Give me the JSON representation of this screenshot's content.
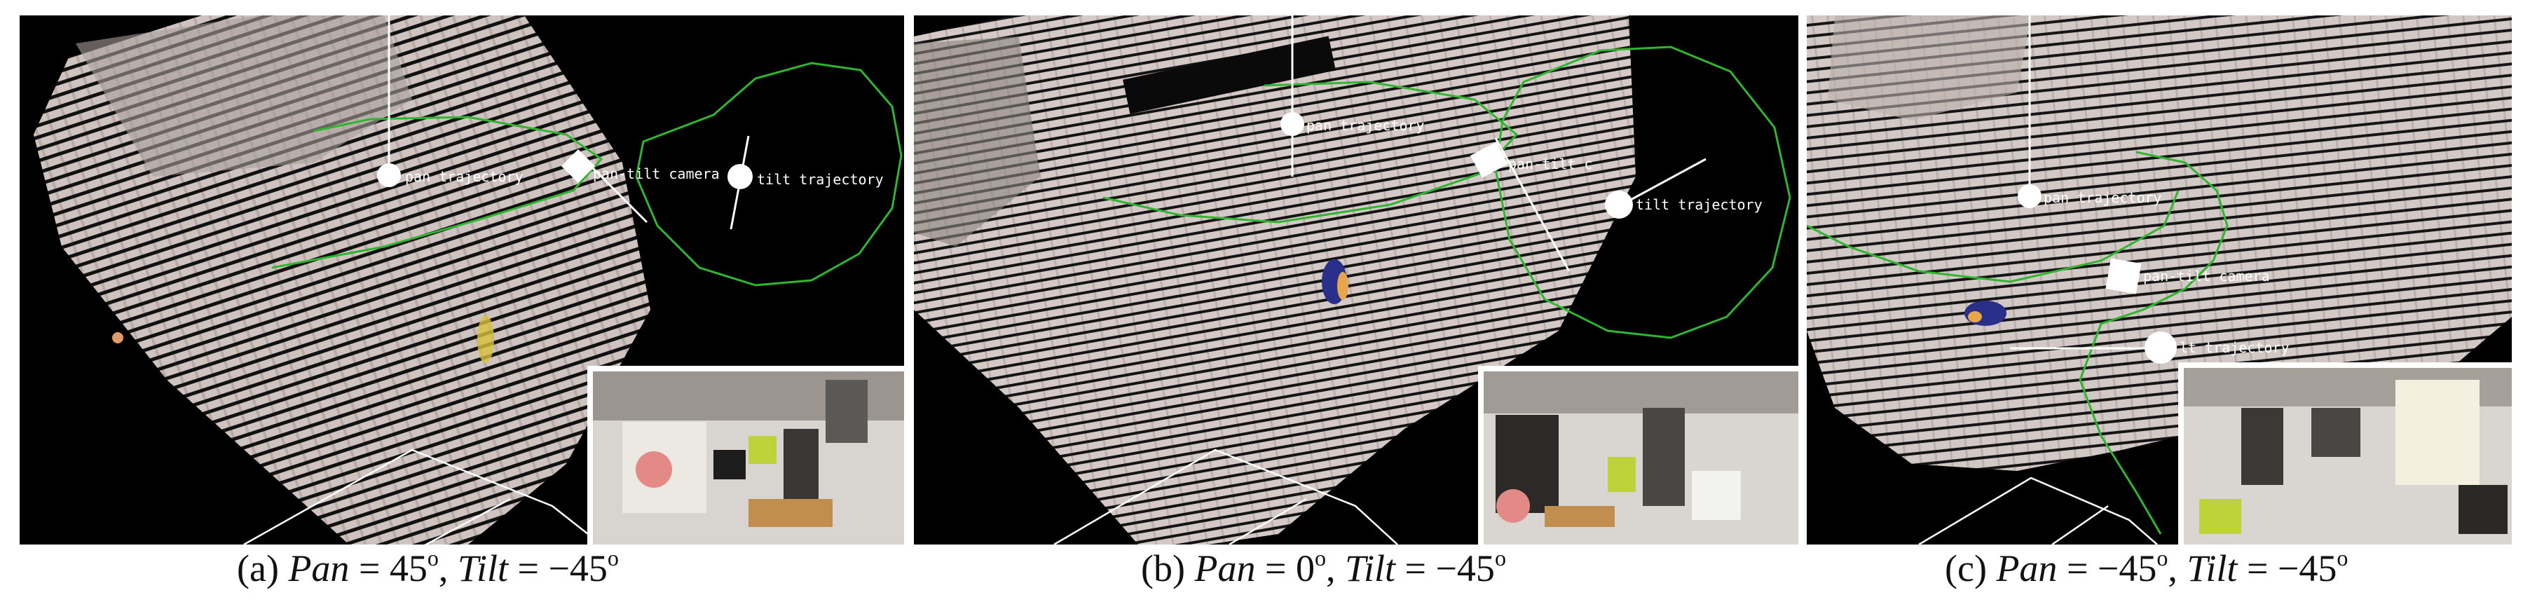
{
  "panels": [
    {
      "caption": {
        "label": "(a)",
        "pan_name": "Pan",
        "pan_value": "45",
        "tilt_name": "Tilt",
        "tilt_value": "−45",
        "degree": "o"
      },
      "overlays": {
        "pan": "pan trajectory",
        "camera": "pan-tilt camera",
        "tilt": "tilt trajectory"
      }
    },
    {
      "caption": {
        "label": "(b)",
        "pan_name": "Pan",
        "pan_value": "0",
        "tilt_name": "Tilt",
        "tilt_value": "−45",
        "degree": "o"
      },
      "overlays": {
        "pan": "pan trajectory",
        "camera": "pan-tilt c",
        "tilt": "tilt trajectory"
      }
    },
    {
      "caption": {
        "label": "(c)",
        "pan_name": "Pan",
        "pan_value": "−45",
        "tilt_name": "Tilt",
        "tilt_value": "−45",
        "degree": "o"
      },
      "overlays": {
        "pan": "pan trajectory",
        "camera": "pan-tilt camera",
        "tilt": "lt trajectory"
      }
    }
  ],
  "colors": {
    "background": "#000000",
    "trajectory": "#3fbf3f",
    "points": "#d8ccc8",
    "markers": "#ffffff"
  }
}
